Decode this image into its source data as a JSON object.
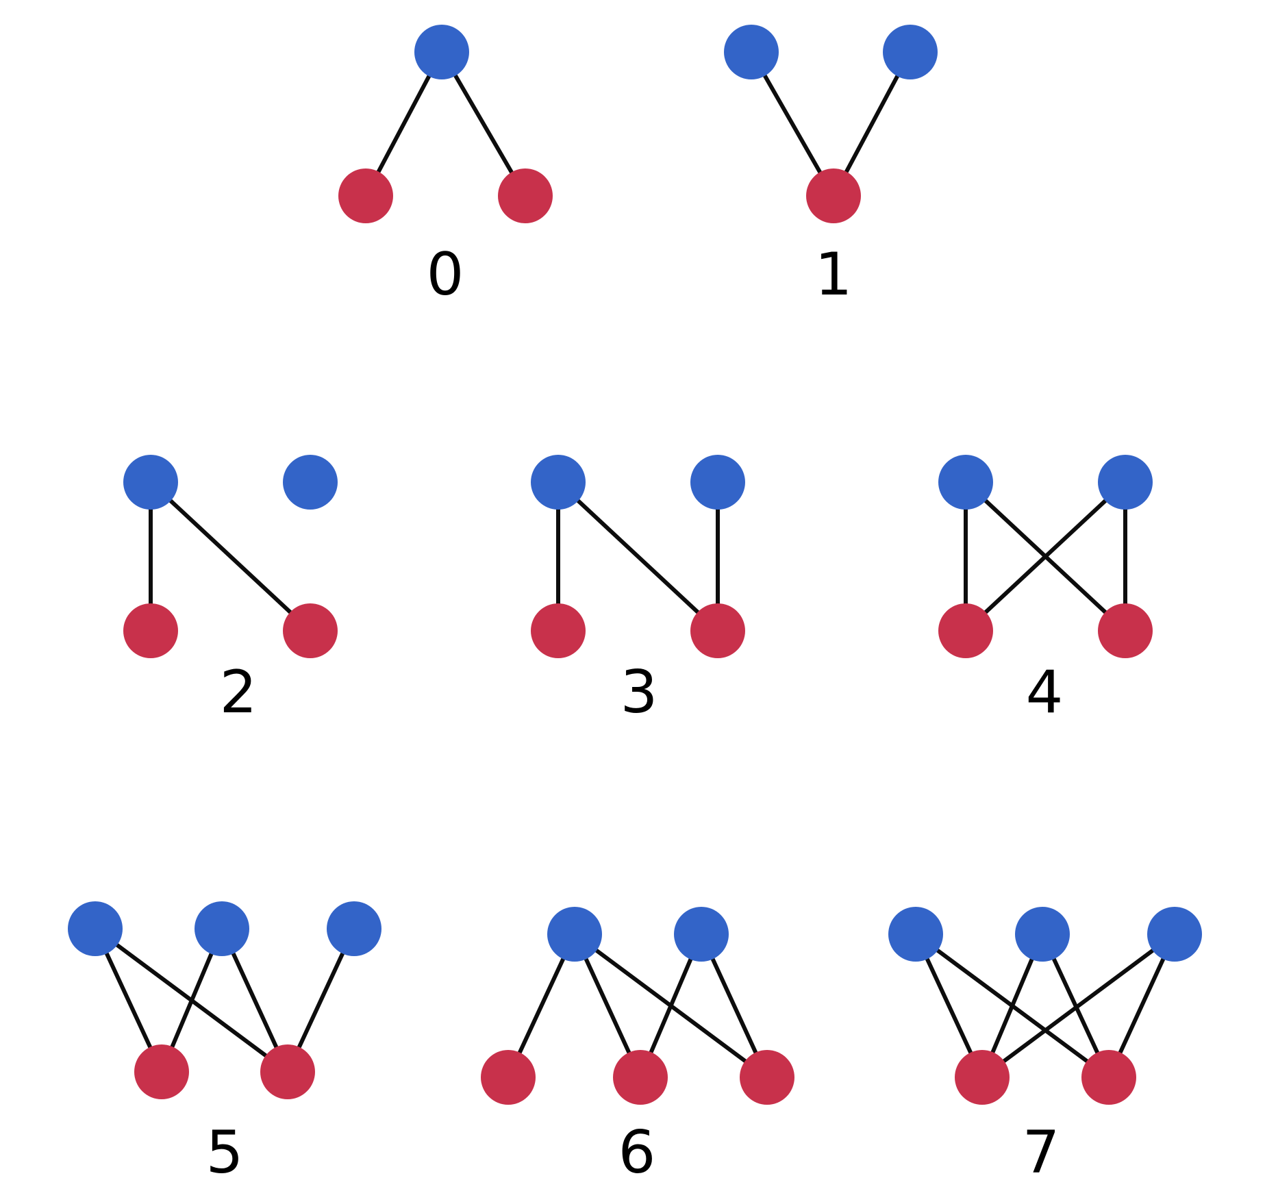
{
  "colors": {
    "blue_node": "#3364c8",
    "red_node": "#c8314b",
    "edge": "#0d0d0d"
  },
  "graphs": [
    {
      "label": "0",
      "blue": 1,
      "red": 2,
      "edges": [
        [
          0,
          0
        ],
        [
          0,
          1
        ]
      ]
    },
    {
      "label": "1",
      "blue": 2,
      "red": 1,
      "edges": [
        [
          0,
          0
        ],
        [
          1,
          0
        ]
      ]
    },
    {
      "label": "2",
      "blue": 2,
      "red": 2,
      "edges": [
        [
          0,
          0
        ],
        [
          0,
          1
        ]
      ]
    },
    {
      "label": "3",
      "blue": 2,
      "red": 2,
      "edges": [
        [
          0,
          0
        ],
        [
          0,
          1
        ],
        [
          1,
          1
        ]
      ]
    },
    {
      "label": "4",
      "blue": 2,
      "red": 2,
      "edges": [
        [
          0,
          0
        ],
        [
          0,
          1
        ],
        [
          1,
          0
        ],
        [
          1,
          1
        ]
      ]
    },
    {
      "label": "5",
      "blue": 3,
      "red": 2,
      "edges": [
        [
          0,
          0
        ],
        [
          0,
          1
        ],
        [
          1,
          0
        ],
        [
          1,
          1
        ],
        [
          2,
          1
        ]
      ]
    },
    {
      "label": "6",
      "blue": 2,
      "red": 3,
      "edges": [
        [
          0,
          0
        ],
        [
          0,
          1
        ],
        [
          0,
          2
        ],
        [
          1,
          1
        ],
        [
          1,
          2
        ]
      ]
    },
    {
      "label": "7",
      "blue": 3,
      "red": 2,
      "edges": [
        [
          0,
          0
        ],
        [
          0,
          1
        ],
        [
          1,
          0
        ],
        [
          1,
          1
        ],
        [
          2,
          0
        ],
        [
          2,
          1
        ]
      ]
    }
  ]
}
